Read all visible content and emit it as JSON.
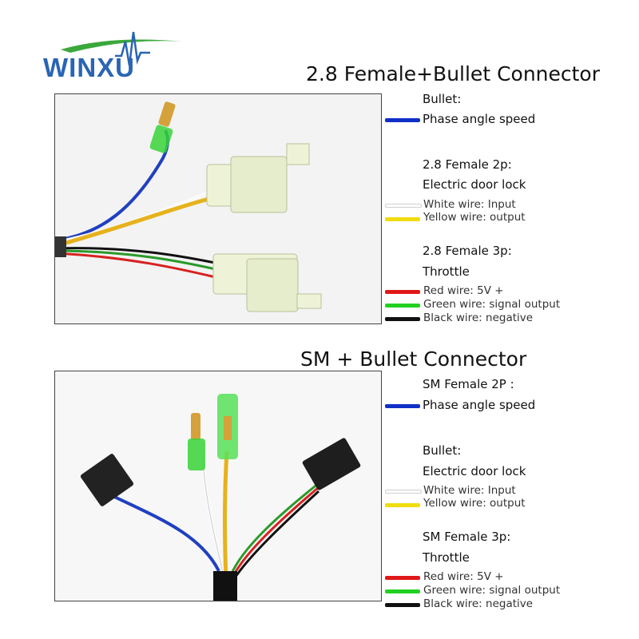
{
  "brand": {
    "name": "WINXU",
    "color": "#2a64b4",
    "accent": "#3aa83a"
  },
  "section1": {
    "title": "2.8 Female+Bullet Connector",
    "group1": {
      "heading": "Bullet:",
      "item": "Phase angle speed"
    },
    "group2": {
      "heading": "2.8 Female 2p:",
      "subtitle": "Electric door lock",
      "wires": [
        "White wire: Input",
        "Yellow wire: output"
      ]
    },
    "group3": {
      "heading": "2.8 Female 3p:",
      "subtitle": "Throttle",
      "wires": [
        "Red wire: 5V +",
        "Green wire: signal output",
        "Black wire: negative"
      ]
    }
  },
  "section2": {
    "title": "SM + Bullet Connector",
    "group1": {
      "heading": "SM Female 2P :",
      "item": "Phase angle speed"
    },
    "group2": {
      "heading": "Bullet:",
      "subtitle": "Electric door lock",
      "wires": [
        "White wire: Input",
        "Yellow wire: output"
      ]
    },
    "group3": {
      "heading": "SM Female 3p:",
      "subtitle": "Throttle",
      "wires": [
        "Red wire: 5V +",
        "Green wire: signal output",
        "Black wire: negative"
      ]
    }
  },
  "wire_colors": {
    "blue": "#1030c8",
    "white": "#ffffff",
    "yellow": "#f0dc10",
    "red": "#e01818",
    "green": "#22d022",
    "black": "#111111"
  }
}
